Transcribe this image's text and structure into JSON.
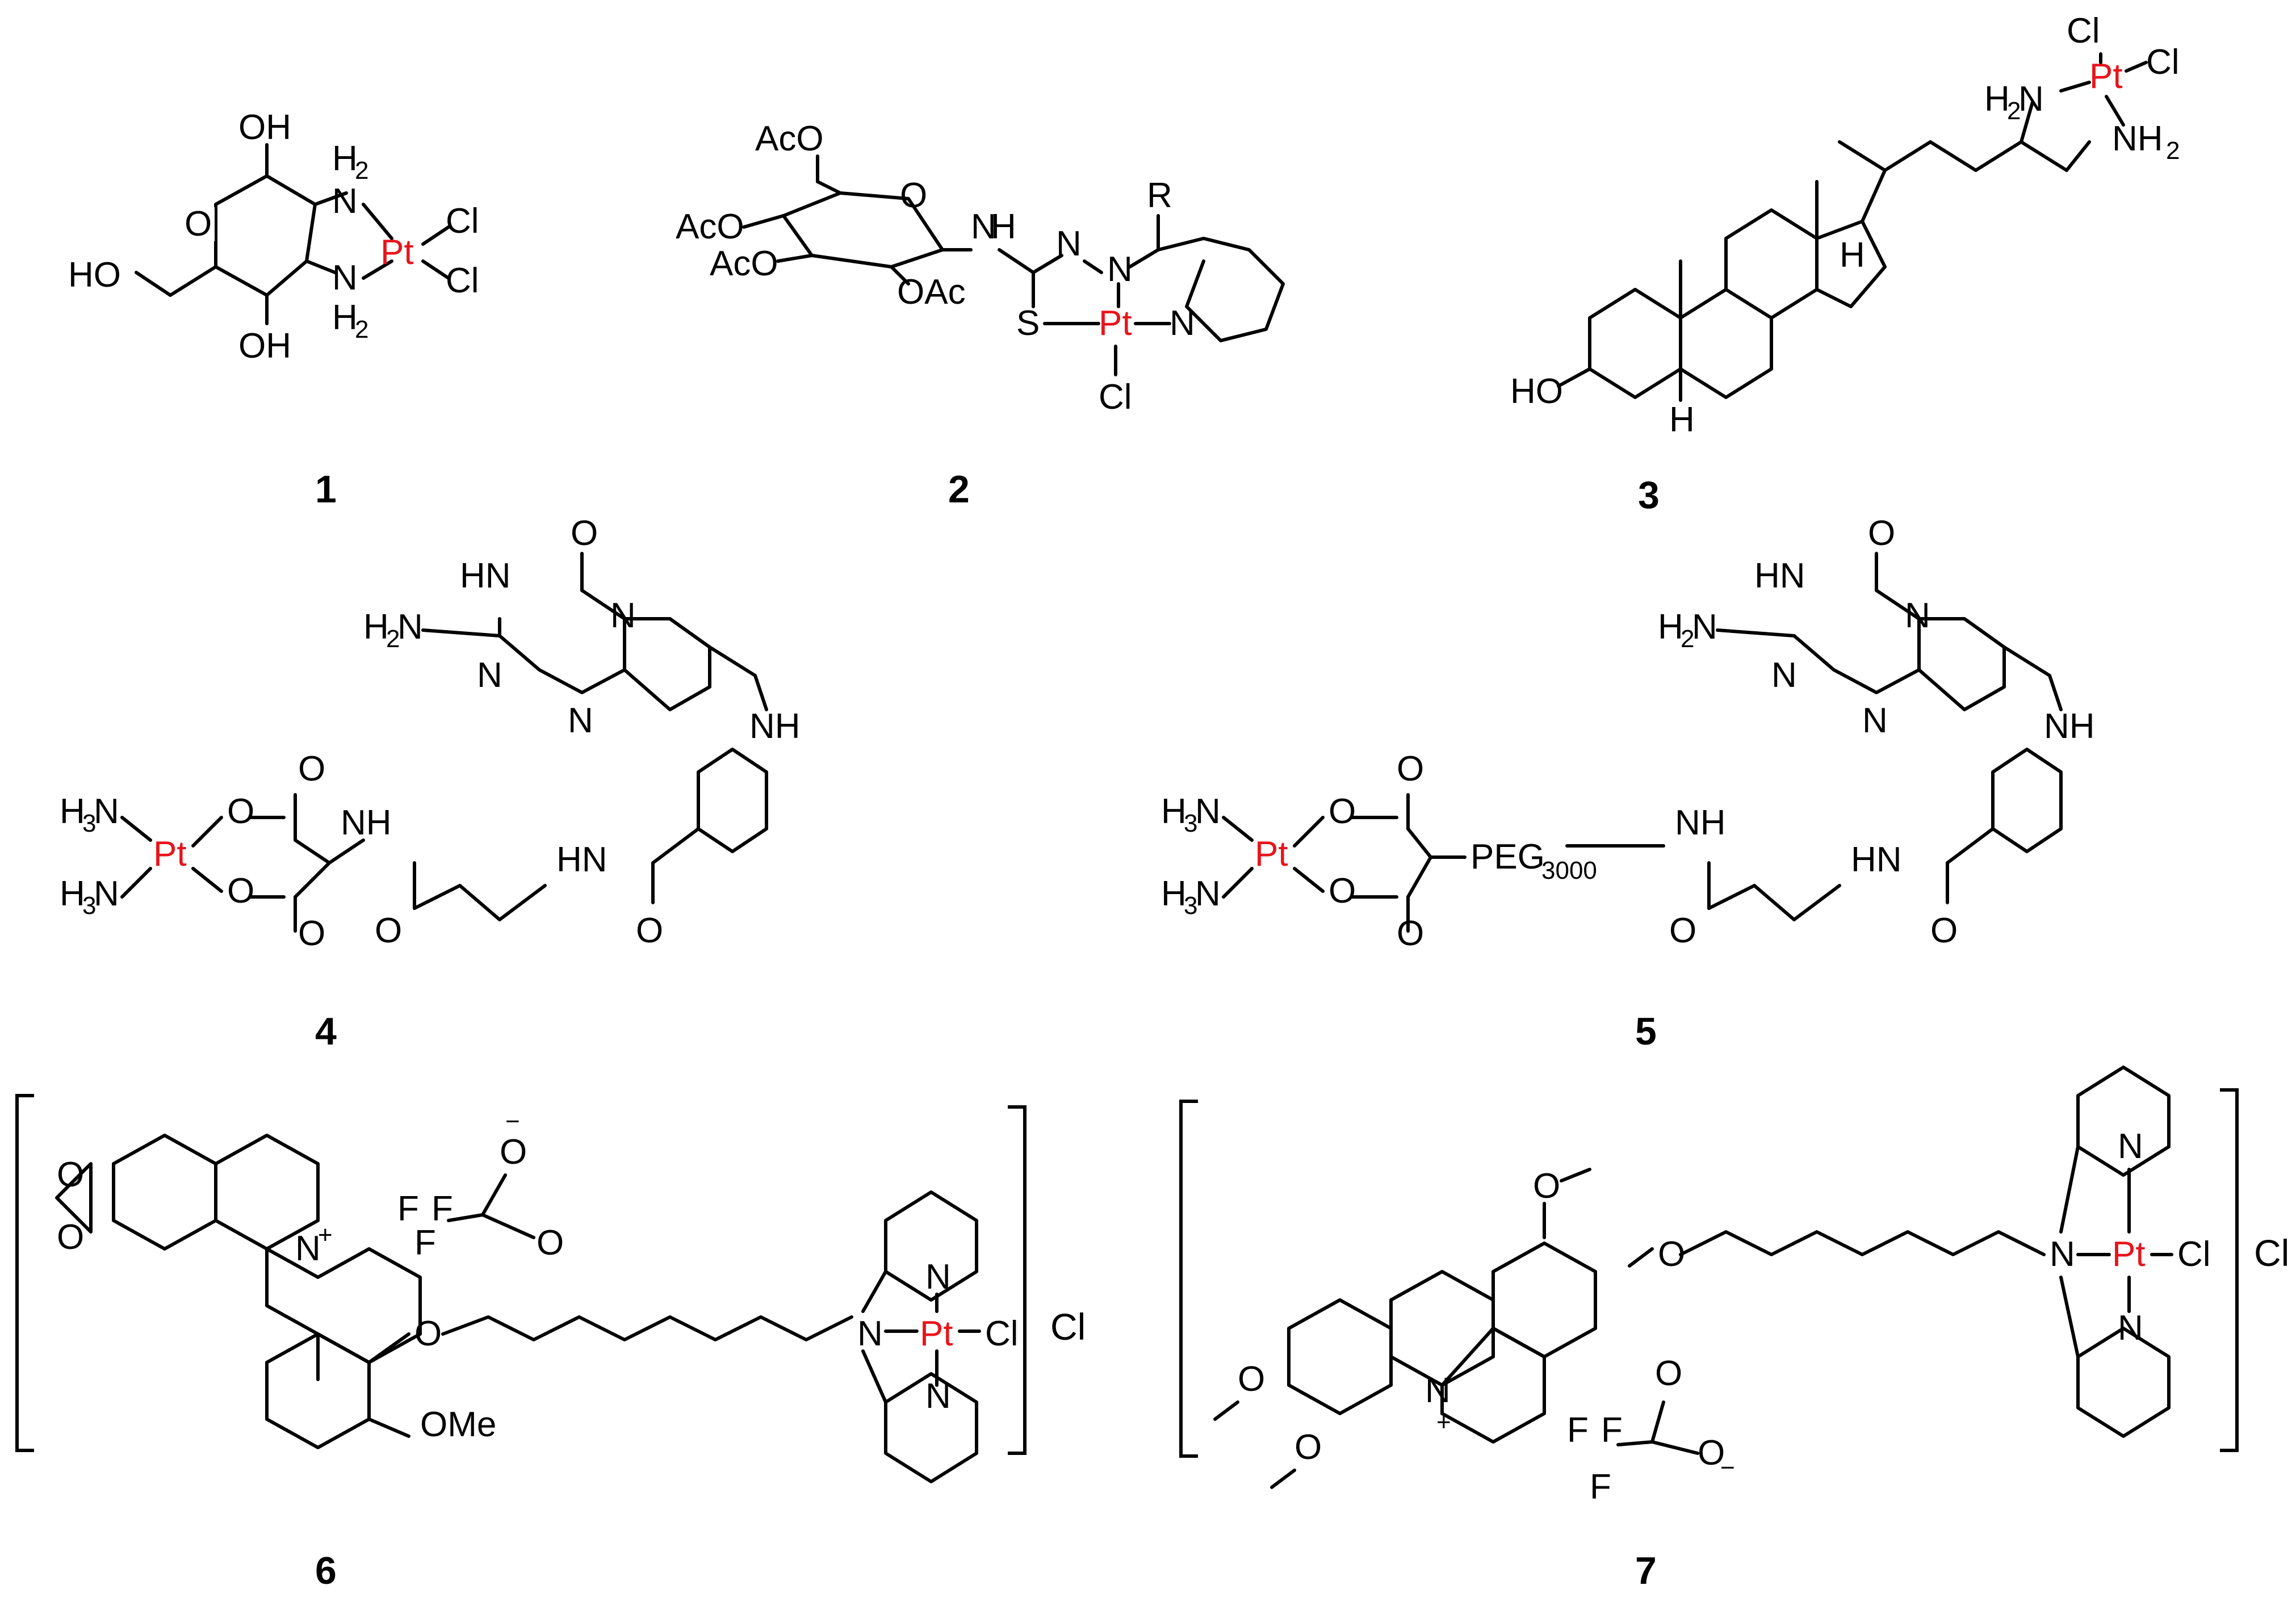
{
  "compounds": [
    {
      "number": "1"
    },
    {
      "number": "2",
      "substituent": "R"
    },
    {
      "number": "3"
    },
    {
      "number": "4"
    },
    {
      "number": "5",
      "linker": "PEG",
      "linker_sub": "3000"
    },
    {
      "number": "6",
      "counter_ion": "Cl"
    },
    {
      "number": "7",
      "counter_ion": "Cl"
    }
  ],
  "metal_label": "Pt",
  "colors": {
    "metal": "#e8141b",
    "bonds": "#000000"
  }
}
